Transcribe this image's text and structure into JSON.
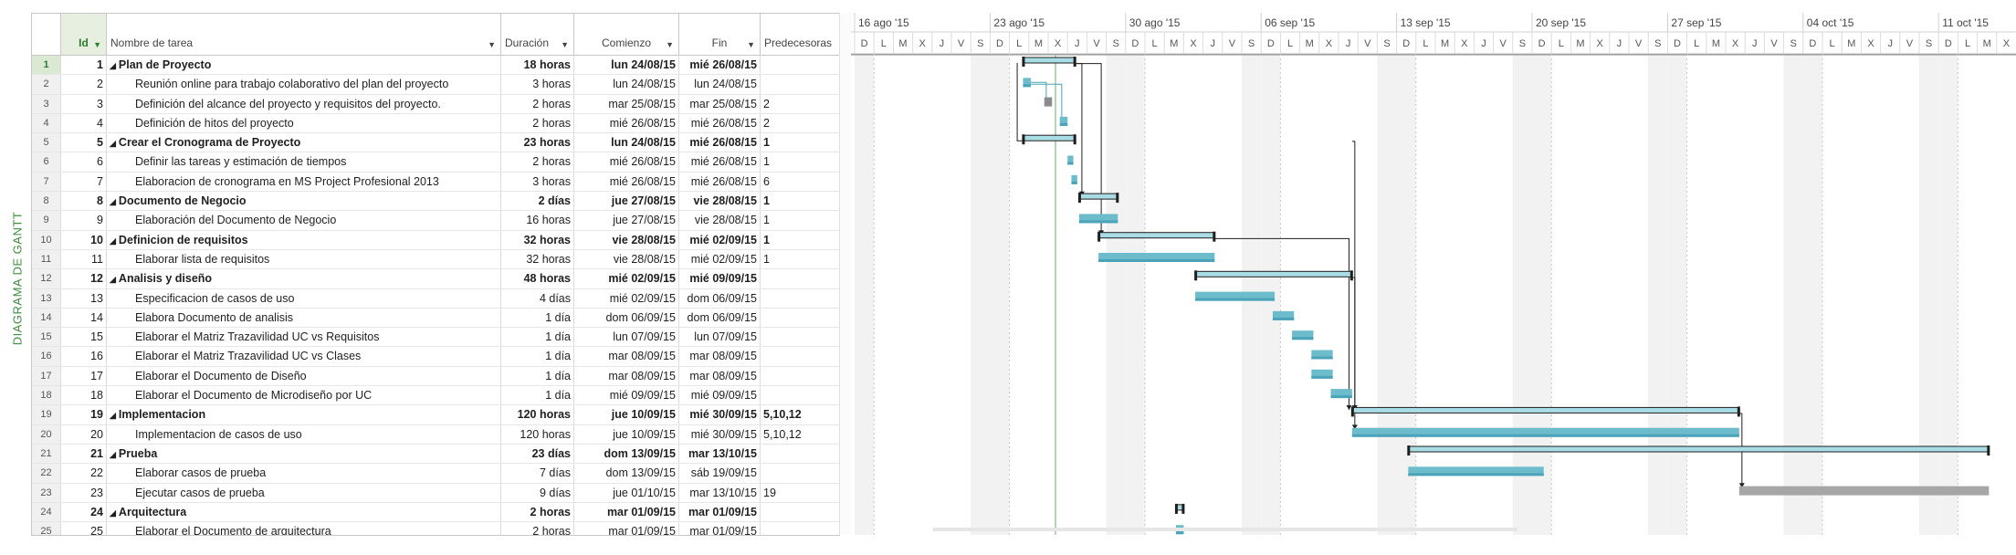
{
  "side_label": "DIAGRAMA DE GANTT",
  "grid": {
    "headers": {
      "id": "Id",
      "name": "Nombre de tarea",
      "duration": "Duración",
      "start": "Comienzo",
      "finish": "Fin",
      "predecessors": "Predecesoras"
    },
    "rows": [
      {
        "num": "1",
        "id": "1",
        "name": "Plan de Proyecto",
        "duration": "18 horas",
        "start": "lun 24/08/15",
        "finish": "mié 26/08/15",
        "pred": "",
        "summary": true,
        "selected": true
      },
      {
        "num": "2",
        "id": "2",
        "name": "Reunión online  para trabajo colaborativo del plan del proyecto",
        "duration": "3 horas",
        "start": "lun 24/08/15",
        "finish": "lun 24/08/15",
        "pred": ""
      },
      {
        "num": "3",
        "id": "3",
        "name": "Definición del alcance del proyecto y requisitos del proyecto.",
        "duration": "2 horas",
        "start": "mar 25/08/15",
        "finish": "mar 25/08/15",
        "pred": "2"
      },
      {
        "num": "4",
        "id": "4",
        "name": "Definición de hitos del proyecto",
        "duration": "2 horas",
        "start": "mié 26/08/15",
        "finish": "mié 26/08/15",
        "pred": "2"
      },
      {
        "num": "5",
        "id": "5",
        "name": "Crear el Cronograma de Proyecto",
        "duration": "23 horas",
        "start": "lun 24/08/15",
        "finish": "mié 26/08/15",
        "pred": "1",
        "summary": true
      },
      {
        "num": "6",
        "id": "6",
        "name": "Definir las tareas y estimación de tiempos",
        "duration": "2 horas",
        "start": "mié 26/08/15",
        "finish": "mié 26/08/15",
        "pred": "1"
      },
      {
        "num": "7",
        "id": "7",
        "name": "Elaboracion de cronograma en MS Project Profesional 2013",
        "duration": "3 horas",
        "start": "mié 26/08/15",
        "finish": "mié 26/08/15",
        "pred": "6"
      },
      {
        "num": "8",
        "id": "8",
        "name": "Documento de Negocio",
        "duration": "2 días",
        "start": "jue 27/08/15",
        "finish": "vie 28/08/15",
        "pred": "1",
        "summary": true
      },
      {
        "num": "9",
        "id": "9",
        "name": "Elaboración del Documento de Negocio",
        "duration": "16 horas",
        "start": "jue 27/08/15",
        "finish": "vie 28/08/15",
        "pred": "1"
      },
      {
        "num": "10",
        "id": "10",
        "name": "Definicion de requisitos",
        "duration": "32 horas",
        "start": "vie 28/08/15",
        "finish": "mié 02/09/15",
        "pred": "1",
        "summary": true
      },
      {
        "num": "11",
        "id": "11",
        "name": "Elaborar lista de requisitos",
        "duration": "32 horas",
        "start": "vie 28/08/15",
        "finish": "mié 02/09/15",
        "pred": "1"
      },
      {
        "num": "12",
        "id": "12",
        "name": "Analisis y diseño",
        "duration": "48 horas",
        "start": "mié 02/09/15",
        "finish": "mié 09/09/15",
        "pred": "",
        "summary": true
      },
      {
        "num": "13",
        "id": "13",
        "name": "Especificacion de casos de uso",
        "duration": "4 días",
        "start": "mié 02/09/15",
        "finish": "dom 06/09/15",
        "pred": ""
      },
      {
        "num": "14",
        "id": "14",
        "name": "Elabora Documento de analisis",
        "duration": "1 día",
        "start": "dom 06/09/15",
        "finish": "dom 06/09/15",
        "pred": ""
      },
      {
        "num": "15",
        "id": "15",
        "name": "Elaborar el Matriz Trazavilidad UC vs Requisitos",
        "duration": "1 día",
        "start": "lun 07/09/15",
        "finish": "lun 07/09/15",
        "pred": ""
      },
      {
        "num": "16",
        "id": "16",
        "name": "Elaborar el Matriz Trazavilidad UC vs Clases",
        "duration": "1 día",
        "start": "mar 08/09/15",
        "finish": "mar 08/09/15",
        "pred": ""
      },
      {
        "num": "17",
        "id": "17",
        "name": "Elaborar el Documento de Diseño",
        "duration": "1 día",
        "start": "mar 08/09/15",
        "finish": "mar 08/09/15",
        "pred": ""
      },
      {
        "num": "18",
        "id": "18",
        "name": "Elaborar el Documento de Microdiseño por UC",
        "duration": "1 día",
        "start": "mié 09/09/15",
        "finish": "mié 09/09/15",
        "pred": ""
      },
      {
        "num": "19",
        "id": "19",
        "name": "Implementacion",
        "duration": "120 horas",
        "start": "jue 10/09/15",
        "finish": "mié 30/09/15",
        "pred": "5,10,12",
        "summary": true
      },
      {
        "num": "20",
        "id": "20",
        "name": "Implementacion de casos de uso",
        "duration": "120 horas",
        "start": "jue 10/09/15",
        "finish": "mié 30/09/15",
        "pred": "5,10,12"
      },
      {
        "num": "21",
        "id": "21",
        "name": "Prueba",
        "duration": "23 días",
        "start": "dom 13/09/15",
        "finish": "mar 13/10/15",
        "pred": "",
        "summary": true
      },
      {
        "num": "22",
        "id": "22",
        "name": "Elaborar casos de prueba",
        "duration": "7 días",
        "start": "dom 13/09/15",
        "finish": "sáb 19/09/15",
        "pred": ""
      },
      {
        "num": "23",
        "id": "23",
        "name": "Ejecutar casos de prueba",
        "duration": "9 días",
        "start": "jue 01/10/15",
        "finish": "mar 13/10/15",
        "pred": "19"
      },
      {
        "num": "24",
        "id": "24",
        "name": "Arquitectura",
        "duration": "2 horas",
        "start": "mar 01/09/15",
        "finish": "mar 01/09/15",
        "pred": "",
        "summary": true
      },
      {
        "num": "25",
        "id": "25",
        "name": "Elaborar el Documento de arquitectura",
        "duration": "2 horas",
        "start": "mar 01/09/15",
        "finish": "mar 01/09/15",
        "pred": ""
      }
    ]
  },
  "timeline": {
    "weeks": [
      "16 ago '15",
      "23 ago '15",
      "30 ago '15",
      "06 sep '15",
      "13 sep '15",
      "20 sep '15",
      "27 sep '15",
      "04 oct '15",
      "11 oct '15"
    ],
    "day_letters": [
      "D",
      "L",
      "M",
      "X",
      "J",
      "V",
      "S"
    ],
    "today_day": 10
  },
  "bars": [
    {
      "row": 1,
      "start": 8.7,
      "end": 11.4,
      "kind": "summary"
    },
    {
      "row": 2,
      "start": 8.7,
      "end": 9.1,
      "kind": "task"
    },
    {
      "row": 3,
      "start": 9.8,
      "end": 10.2,
      "kind": "milestoneish"
    },
    {
      "row": 4,
      "start": 10.6,
      "end": 11.0,
      "kind": "task"
    },
    {
      "row": 5,
      "start": 8.7,
      "end": 11.4,
      "kind": "summary"
    },
    {
      "row": 6,
      "start": 11.0,
      "end": 11.3,
      "kind": "task"
    },
    {
      "row": 7,
      "start": 11.2,
      "end": 11.5,
      "kind": "task"
    },
    {
      "row": 8,
      "start": 11.6,
      "end": 13.6,
      "kind": "summary"
    },
    {
      "row": 9,
      "start": 11.6,
      "end": 13.6,
      "kind": "task"
    },
    {
      "row": 10,
      "start": 12.6,
      "end": 18.6,
      "kind": "summary"
    },
    {
      "row": 11,
      "start": 12.6,
      "end": 18.6,
      "kind": "task"
    },
    {
      "row": 12,
      "start": 17.6,
      "end": 25.7,
      "kind": "summary"
    },
    {
      "row": 13,
      "start": 17.6,
      "end": 21.7,
      "kind": "task"
    },
    {
      "row": 14,
      "start": 21.6,
      "end": 22.7,
      "kind": "task"
    },
    {
      "row": 15,
      "start": 22.6,
      "end": 23.7,
      "kind": "task"
    },
    {
      "row": 16,
      "start": 23.6,
      "end": 24.7,
      "kind": "task"
    },
    {
      "row": 17,
      "start": 23.6,
      "end": 24.7,
      "kind": "task"
    },
    {
      "row": 18,
      "start": 24.6,
      "end": 25.7,
      "kind": "task"
    },
    {
      "row": 19,
      "start": 25.7,
      "end": 45.7,
      "kind": "summary"
    },
    {
      "row": 20,
      "start": 25.7,
      "end": 45.7,
      "kind": "task"
    },
    {
      "row": 21,
      "start": 28.6,
      "end": 58.6,
      "kind": "summary"
    },
    {
      "row": 22,
      "start": 28.6,
      "end": 35.6,
      "kind": "task"
    },
    {
      "row": 23,
      "start": 45.7,
      "end": 58.6,
      "kind": "grey"
    },
    {
      "row": 24,
      "start": 16.6,
      "end": 17.0,
      "kind": "summary"
    },
    {
      "row": 25,
      "start": 16.6,
      "end": 17.0,
      "kind": "task"
    }
  ],
  "colors": {
    "bar": "#6cbccc",
    "bar_dark": "#4aa3b8",
    "summary_light": "#a9dde5",
    "grey": "#a6a6a6",
    "accent": "#2e7d32",
    "weekend": "#f2f2f2"
  }
}
